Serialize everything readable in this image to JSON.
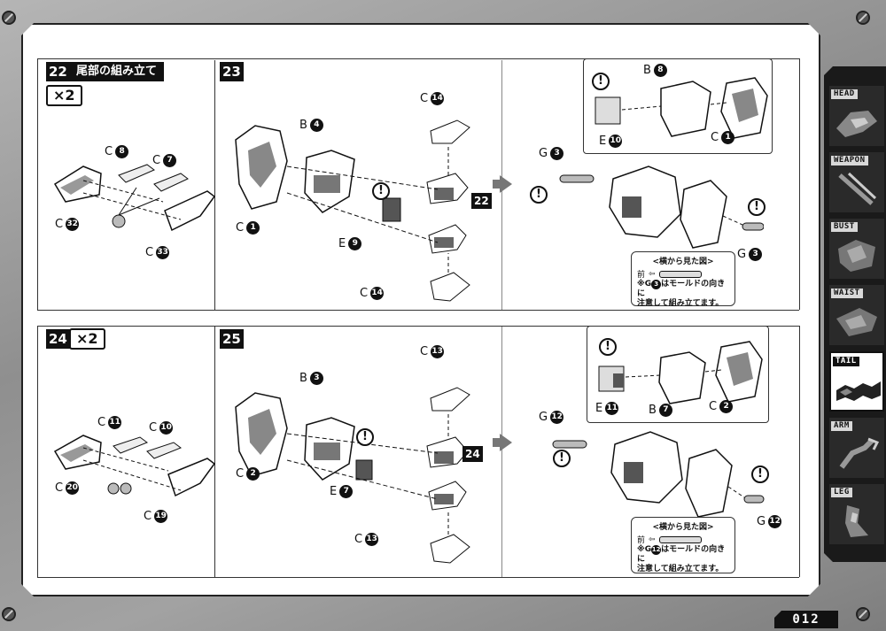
{
  "steps": {
    "s22": {
      "number": "22",
      "title": "尾部の組み立て",
      "qty": "×2",
      "labels": {
        "c8": "8",
        "c7": "7",
        "c32": "32",
        "c33": "33"
      }
    },
    "s23": {
      "number": "23",
      "labels": {
        "b4": "4",
        "c14a": "14",
        "c1": "1",
        "e9": "9",
        "c14b": "14",
        "ref22": "22"
      }
    },
    "s23r": {
      "labels": {
        "b8": "8",
        "e10": "10",
        "c1": "1",
        "g3a": "3",
        "g3b": "3"
      },
      "side": {
        "title": "<横から見た図>",
        "front": "前",
        "note1": "※G",
        "num": "3",
        "note2": "はモールドの向きに",
        "note3": "注意して組み立てます。"
      }
    },
    "s24": {
      "number": "24",
      "qty": "×2",
      "labels": {
        "c11": "11",
        "c10": "10",
        "c20": "20",
        "c19": "19"
      }
    },
    "s25": {
      "number": "25",
      "labels": {
        "b3": "3",
        "c13a": "13",
        "c2": "2",
        "e7": "7",
        "c13b": "13",
        "ref24": "24"
      }
    },
    "s25r": {
      "labels": {
        "e11": "11",
        "b7": "7",
        "c2": "2",
        "g12a": "12",
        "g12b": "12"
      },
      "side": {
        "title": "<横から見た図>",
        "front": "前",
        "note1": "※G",
        "num": "12",
        "note2": "はモールドの向きに",
        "note3": "注意して組み立てます。"
      }
    }
  },
  "letters": {
    "b": "B",
    "c": "C",
    "e": "E",
    "g": "G",
    "warn": "!"
  },
  "nav": {
    "items": [
      {
        "label": "HEAD"
      },
      {
        "label": "WEAPON"
      },
      {
        "label": "BUST"
      },
      {
        "label": "WAIST"
      },
      {
        "label": "TAIL"
      },
      {
        "label": "ARM"
      },
      {
        "label": "LEG"
      }
    ],
    "active": "TAIL"
  },
  "page_number": "012",
  "colors": {
    "frame": "#222222",
    "nav_bg": "#1a1a1a",
    "arrow": "#777777",
    "background": "#8f8f8f"
  }
}
